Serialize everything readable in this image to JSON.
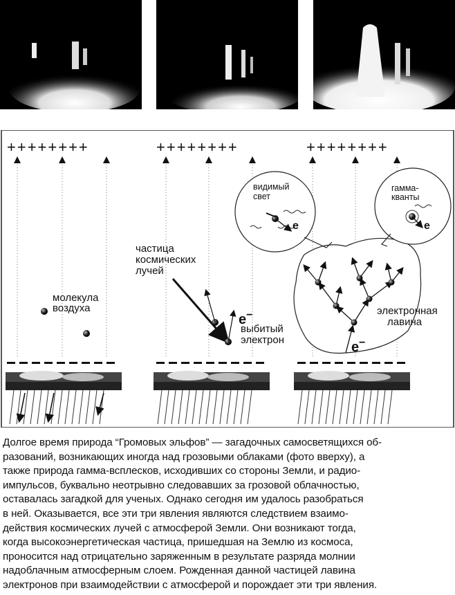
{
  "photos": [
    {
      "name": "photo-1"
    },
    {
      "name": "photo-2"
    },
    {
      "name": "photo-3"
    }
  ],
  "diagram": {
    "panels": [
      {
        "charges_top": "++++++++",
        "labels": {
          "molecule": [
            "молекула",
            "воздуха"
          ]
        }
      },
      {
        "charges_top": "++++++++",
        "labels": {
          "particle": [
            "частица",
            "космических",
            "лучей"
          ],
          "electron_symbol": "e",
          "electron_superscript": "−",
          "knocked": [
            "выбитый",
            "электрон"
          ]
        }
      },
      {
        "charges_top": "++++++++",
        "labels": {
          "visible_light": [
            "видимый",
            "свет"
          ],
          "gamma": [
            "гамма-",
            "кванты"
          ],
          "e_small_1": "e",
          "e_small_2": "e",
          "avalanche": [
            "электронная",
            "лавина"
          ],
          "e_big": "e",
          "e_big_sup": "−"
        }
      }
    ]
  },
  "caption": [
    "Долгое время природа “Громовых эльфов” — загадочных самосветящихся об-",
    "разований, возникающих иногда над грозовыми облаками (фото вверху), а",
    "также природа гамма-всплесков, исходивших со стороны Земли, и радио-",
    "импульсов, буквально неотрывно следовавших за грозовой облачностью,",
    "оставалась загадкой для ученых. Однако сегодня им удалось разобраться",
    "в ней. Оказывается, все эти три явления являются следствием взаимо-",
    "действия космических лучей с атмосферой Земли. Они возникают тогда,",
    "когда высокоэнергетическая частица, пришедшая на Землю из космоса,",
    "проносится над отрицательно заряженным в результате разряда молнии",
    "надоблачным атмосферным слоем. Рожденная данной частицей лавина",
    "электронов при взаимодействии с атмосферой и порождает эти три явления."
  ]
}
